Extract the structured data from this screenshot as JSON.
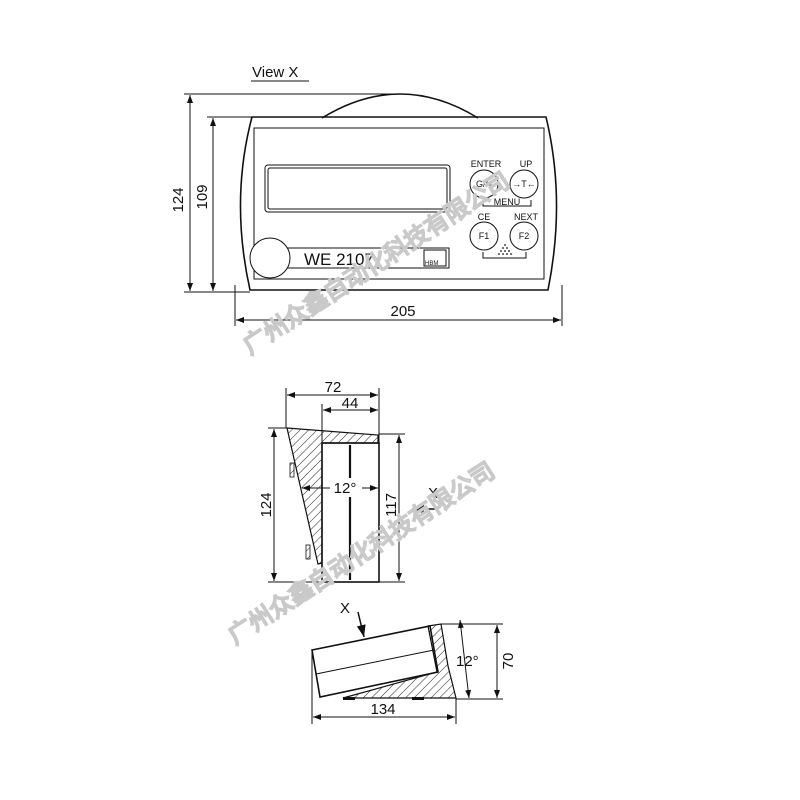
{
  "title": "View X",
  "front_view": {
    "dim_height_outer": "124",
    "dim_height_inner": "109",
    "dim_width": "205",
    "model_label": "WE 2107",
    "brand_logo": "HBM",
    "buttons": [
      {
        "top_label": "ENTER",
        "key": "G/N"
      },
      {
        "top_label": "UP",
        "key": "→T←"
      },
      {
        "top_label": "CE",
        "key": "F1"
      },
      {
        "top_label": "NEXT",
        "key": "F2"
      }
    ],
    "menu_label": "MENU"
  },
  "side_view": {
    "dim_depth_total": "72",
    "dim_depth_body": "44",
    "dim_height_total": "124",
    "dim_height_body": "117",
    "angle": "12°",
    "view_marker": "X"
  },
  "tilted_view": {
    "dim_width": "134",
    "dim_height": "70",
    "angle": "12°",
    "view_marker": "X"
  },
  "watermark": "广州众鑫自动化科技有限公司"
}
